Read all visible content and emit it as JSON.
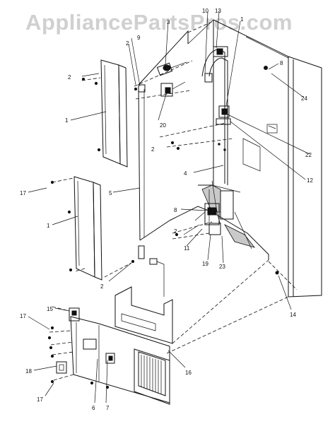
{
  "watermark": "AppliancePartsPros.com",
  "callouts": [
    {
      "id": "c1a",
      "text": "1"
    },
    {
      "id": "c1b",
      "text": "1"
    },
    {
      "id": "c2a",
      "text": "2"
    },
    {
      "id": "c2b",
      "text": "2"
    },
    {
      "id": "c2c",
      "text": "2"
    },
    {
      "id": "c2d",
      "text": "2"
    },
    {
      "id": "c2e",
      "text": "2"
    },
    {
      "id": "c3",
      "text": "3"
    },
    {
      "id": "c4",
      "text": "4"
    },
    {
      "id": "c5",
      "text": "5"
    },
    {
      "id": "c6",
      "text": "6"
    },
    {
      "id": "c7",
      "text": "7"
    },
    {
      "id": "c8",
      "text": "8"
    },
    {
      "id": "c9",
      "text": "9"
    },
    {
      "id": "c10",
      "text": "10"
    },
    {
      "id": "c11",
      "text": "11"
    },
    {
      "id": "c12",
      "text": "12"
    },
    {
      "id": "c13",
      "text": "13"
    },
    {
      "id": "c14",
      "text": "14"
    },
    {
      "id": "c15",
      "text": "15"
    },
    {
      "id": "c16",
      "text": "16"
    },
    {
      "id": "c17a",
      "text": "17"
    },
    {
      "id": "c17b",
      "text": "17"
    },
    {
      "id": "c17c",
      "text": "17"
    },
    {
      "id": "c18",
      "text": "18"
    },
    {
      "id": "c19",
      "text": "19"
    },
    {
      "id": "c20",
      "text": "20"
    },
    {
      "id": "c22",
      "text": "22"
    },
    {
      "id": "c23",
      "text": "23"
    },
    {
      "id": "c24",
      "text": "24"
    }
  ]
}
